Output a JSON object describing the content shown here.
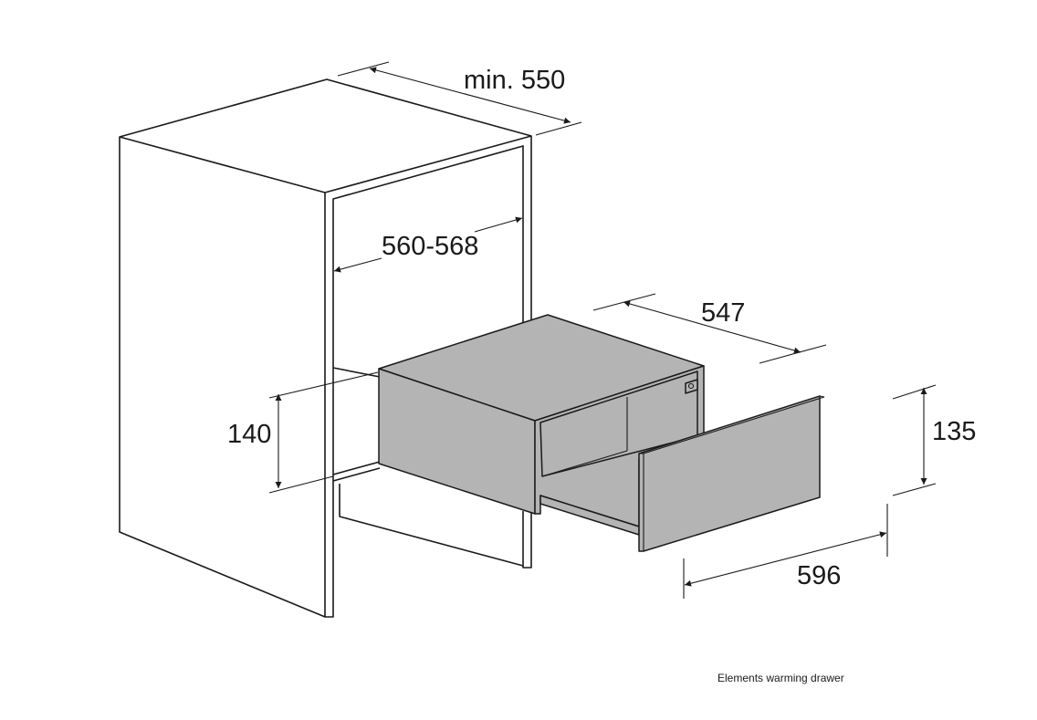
{
  "dimensions": {
    "cabinet_depth": "min. 550",
    "niche_width": "560-568",
    "niche_height": "140",
    "drawer_depth": "547",
    "drawer_height": "135",
    "drawer_width": "596"
  },
  "caption": "Elements warming drawer",
  "colors": {
    "line": "#1a1a1a",
    "appliance_fill": "#b4b4b4",
    "background": "#ffffff"
  }
}
